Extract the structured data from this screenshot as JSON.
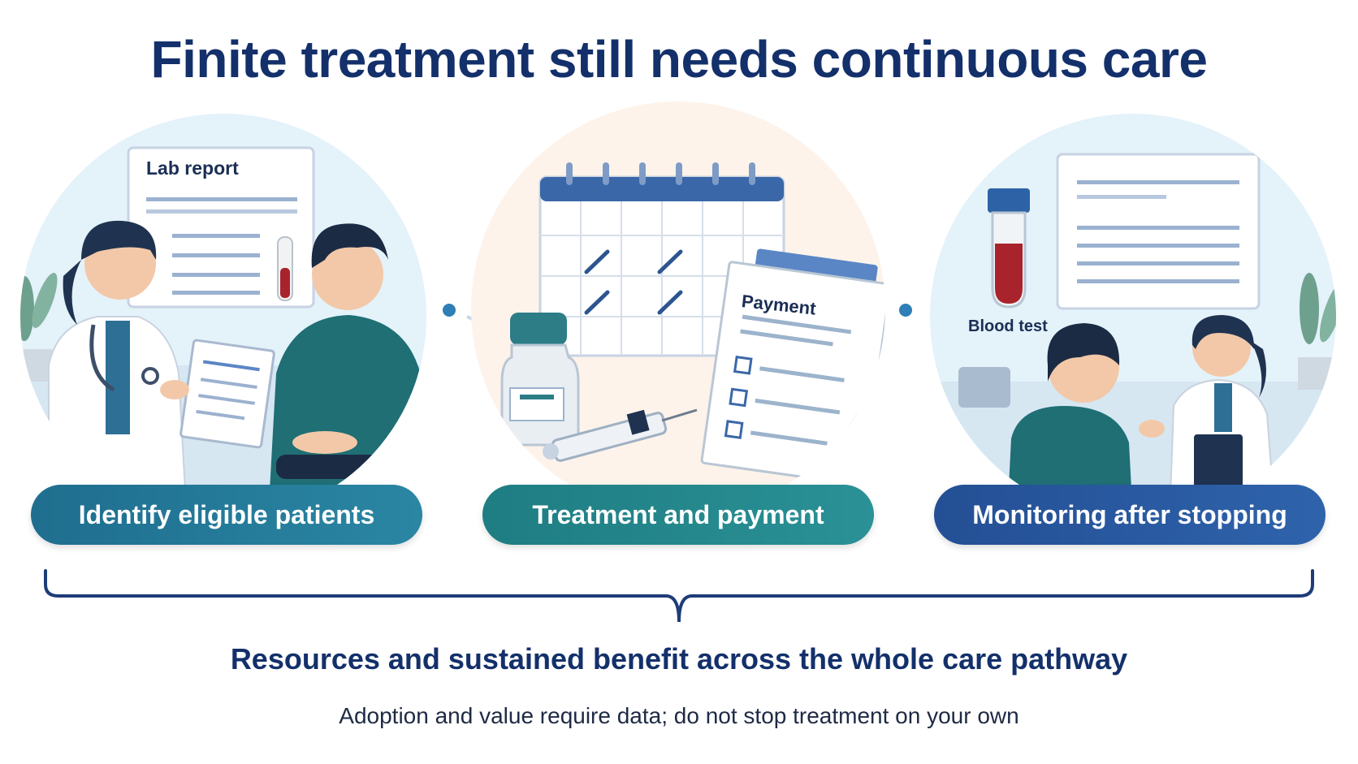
{
  "title": "Finite treatment still needs continuous care",
  "panels": [
    {
      "label": "Identify eligible patients",
      "document_label": "Lab report"
    },
    {
      "label": "Treatment and payment",
      "document_label": "Payment"
    },
    {
      "label": "Monitoring after stopping",
      "document_label": "Blood test"
    }
  ],
  "summary": "Resources and sustained benefit across the whole care pathway",
  "note": "Adoption and value require data; do not stop treatment on your own",
  "colors": {
    "title": "#13306b",
    "pill_1": "#2a86a3",
    "pill_2": "#2a9196",
    "pill_3": "#2e63ab",
    "blood": "#a8232b"
  },
  "icons": [
    "doctor-illustration",
    "patient-illustration",
    "calendar-icon",
    "syringe-icon",
    "vial-icon",
    "payment-form-icon",
    "blood-test-tube-icon",
    "plant-icon"
  ]
}
